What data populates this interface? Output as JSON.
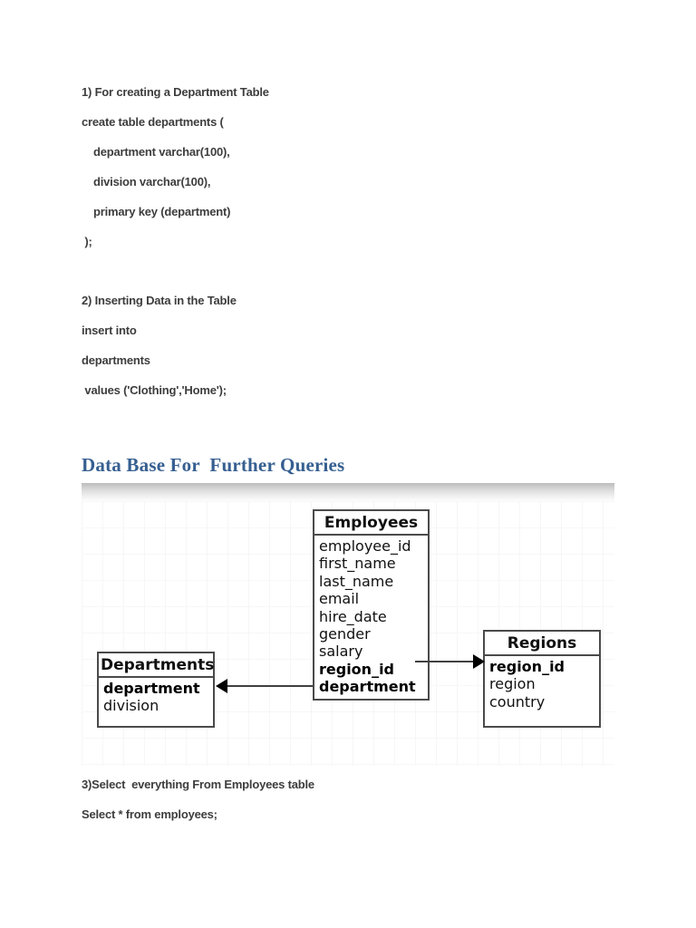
{
  "document": {
    "section1": {
      "title": "1) For creating a Department Table",
      "line1": "create table departments (",
      "line2": "department varchar(100),",
      "line3": "division varchar(100),",
      "line4": "primary key (department)",
      "line5": " );"
    },
    "section2": {
      "title": "2) Inserting Data in the Table",
      "line1": "insert into",
      "line2": "departments",
      "line3": " values ('Clothing','Home');"
    },
    "heading": "Data Base For  Further Queries",
    "section3": {
      "title": "3)Select  everything From Employees table",
      "line1": "Select * from employees;"
    }
  },
  "colors": {
    "heading_blue": "#365f91",
    "body_text": "#3d3d3d",
    "diagram_border": "#4a4a4a"
  },
  "diagram": {
    "employees": {
      "title": "Employees",
      "fields": [
        "employee_id",
        "first_name",
        "last_name",
        "email",
        "hire_date",
        "gender",
        "salary",
        "region_id",
        "department"
      ],
      "bold_fields": [
        "region_id",
        "department"
      ]
    },
    "departments": {
      "title": "Departments",
      "fields": [
        "department",
        "division"
      ],
      "bold_fields": [
        "department"
      ]
    },
    "regions": {
      "title": "Regions",
      "fields": [
        "region_id",
        "region",
        "country"
      ],
      "bold_fields": [
        "region_id"
      ]
    },
    "connections": [
      {
        "from": "Employees.region_id",
        "to": "Regions.region_id",
        "arrow": "into Regions"
      },
      {
        "from": "Employees.department",
        "to": "Departments.department",
        "arrow": "into Departments"
      }
    ]
  }
}
